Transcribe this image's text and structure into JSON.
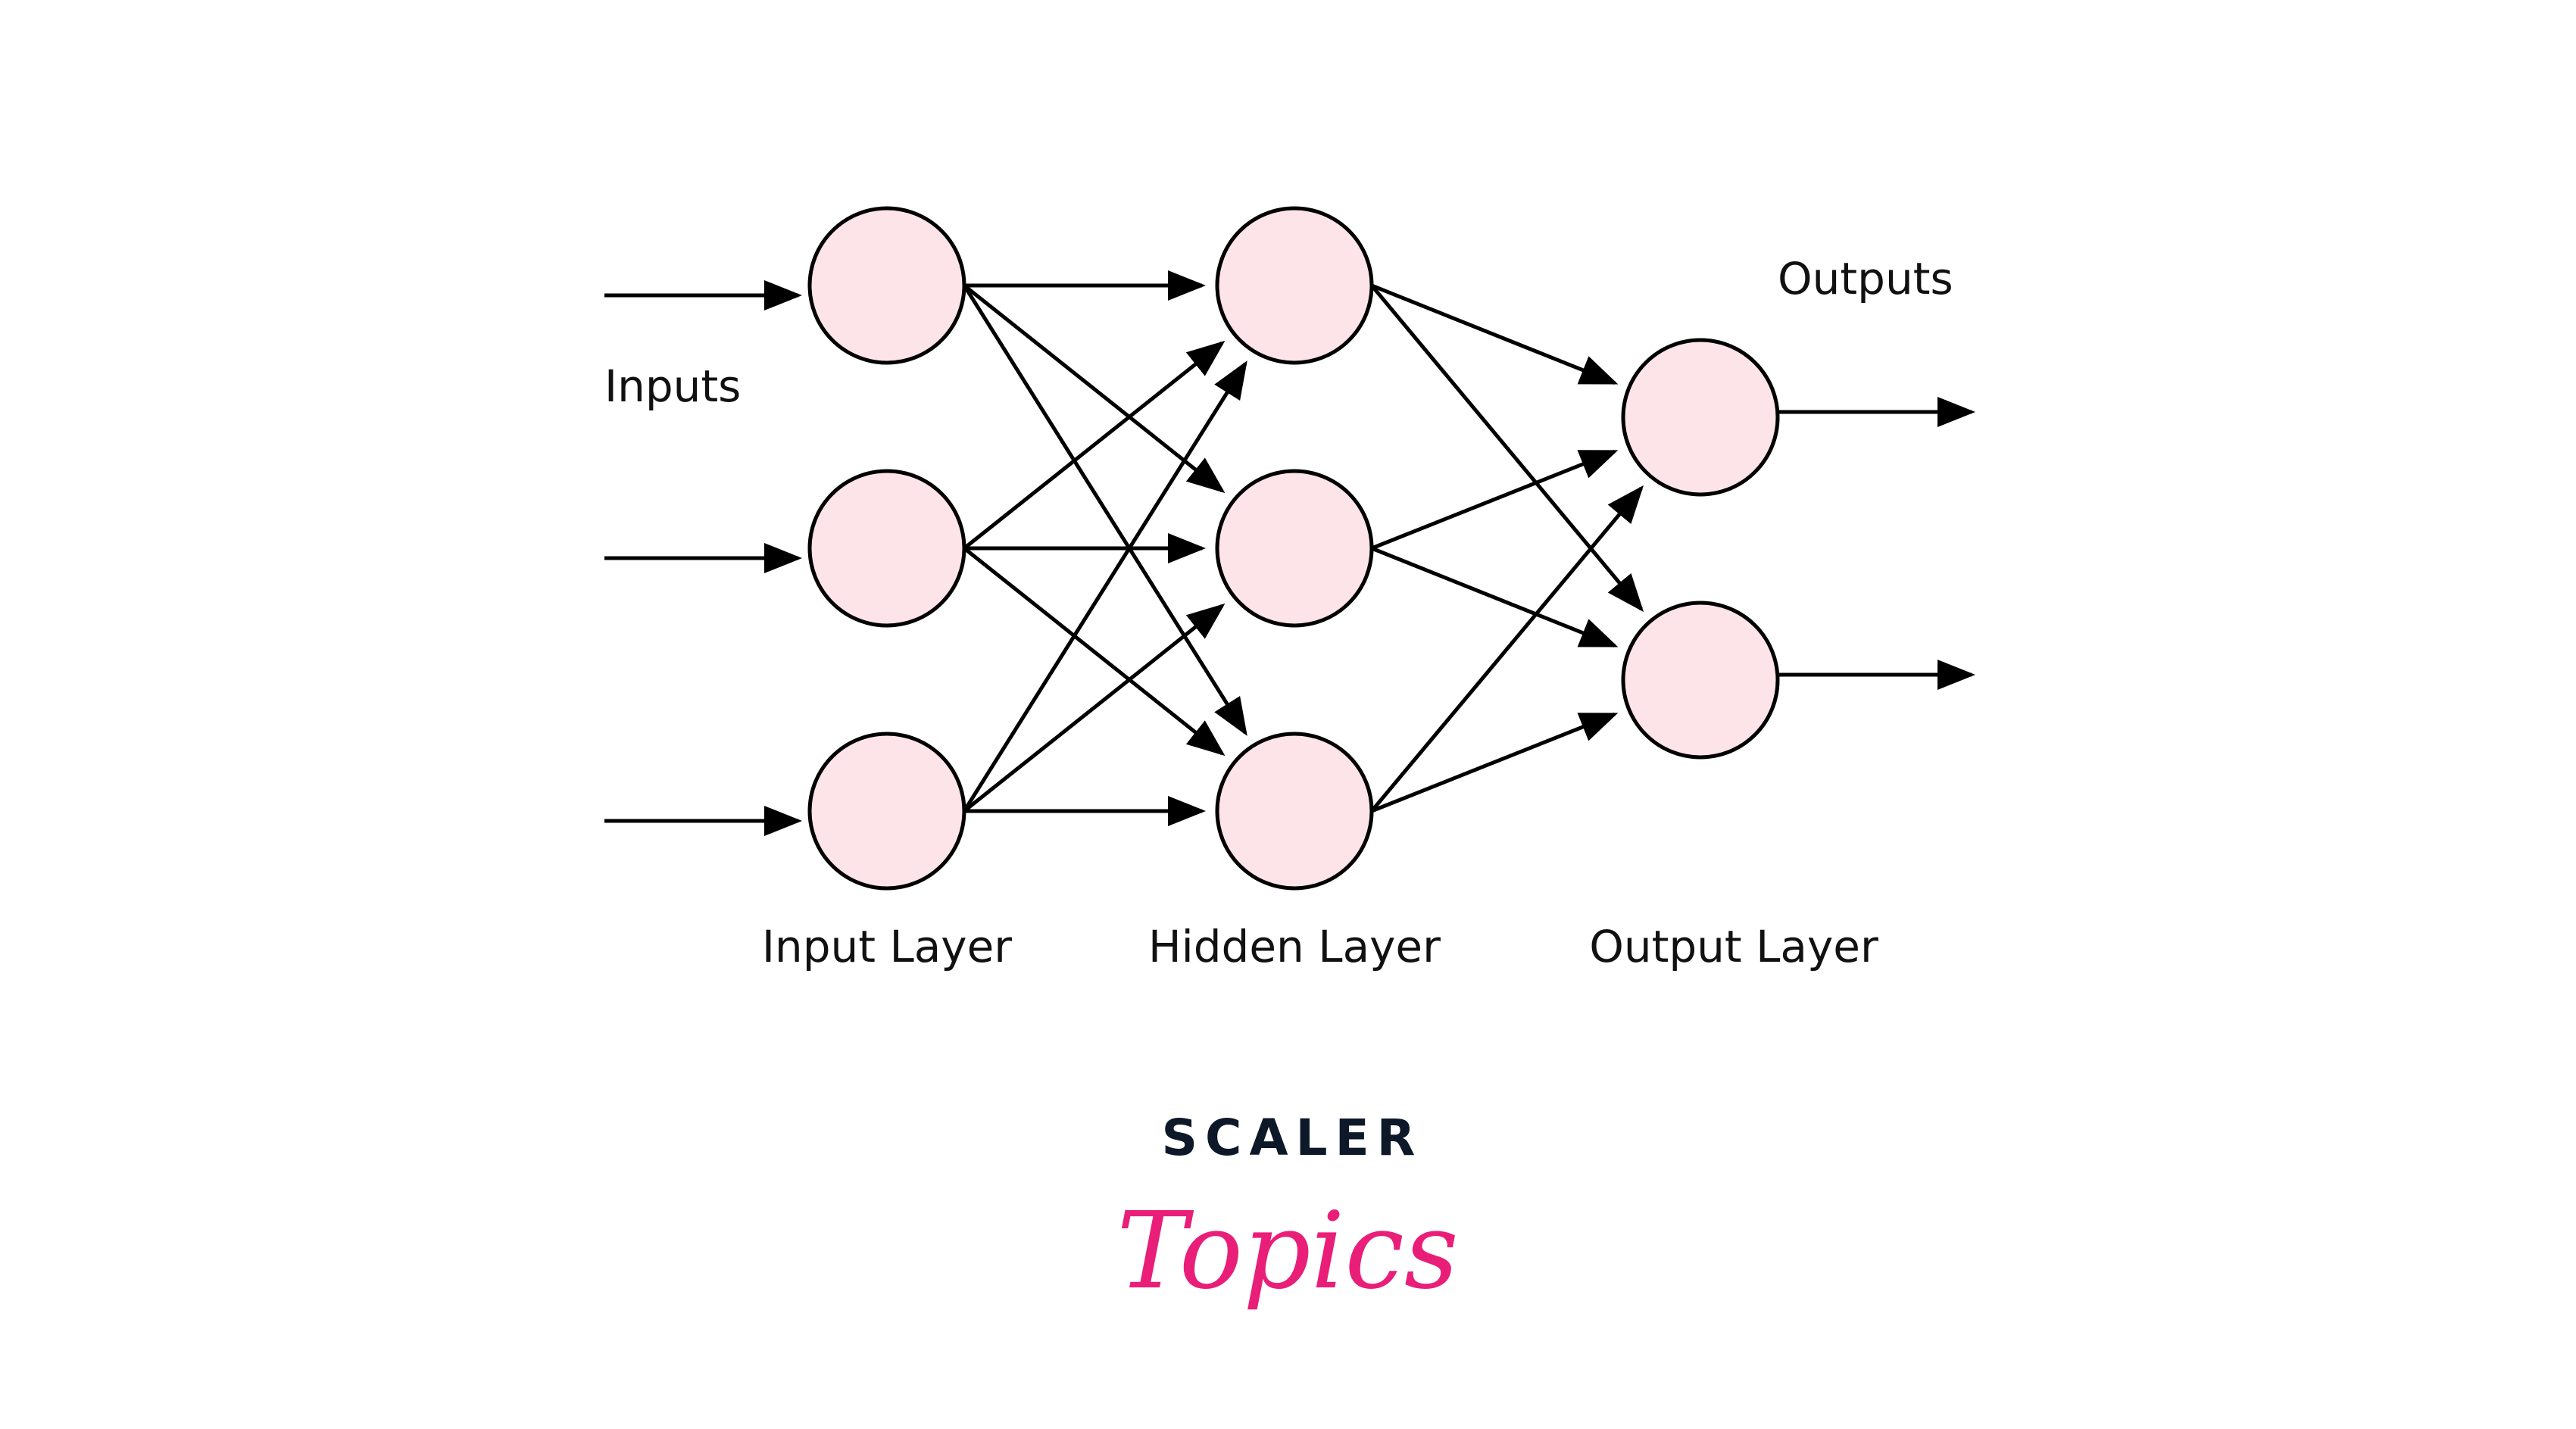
{
  "diagram": {
    "title_labels": {
      "inputs": "Inputs",
      "outputs": "Outputs"
    },
    "layers": [
      {
        "name": "Input Layer",
        "nodes": 3
      },
      {
        "name": "Hidden Layer",
        "nodes": 3
      },
      {
        "name": "Output Layer",
        "nodes": 2
      }
    ],
    "connectivity": "fully-connected",
    "colors": {
      "node_fill": "#fde4e8",
      "stroke": "#000000"
    }
  },
  "logo": {
    "brand": "SCALER",
    "sub": "Topics",
    "colors": {
      "brand": "#0d1829",
      "sub": "#e91e78"
    }
  }
}
